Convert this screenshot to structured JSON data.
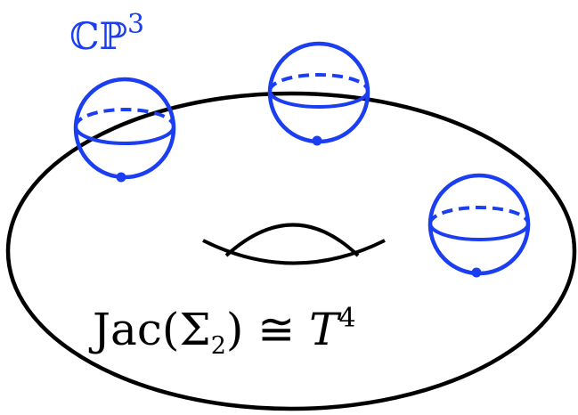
{
  "colors": {
    "torus": "#000000",
    "spheres": "#1a3ef0",
    "background": "#ffffff"
  },
  "labels": {
    "fiber": {
      "base": "ℂℙ",
      "superscript": "3"
    },
    "base": {
      "prefix": "Jac(Σ",
      "subscript": "2",
      "middle": ") ≅ ",
      "variable": "T",
      "superscript": "4"
    }
  },
  "sphere_count": 3
}
